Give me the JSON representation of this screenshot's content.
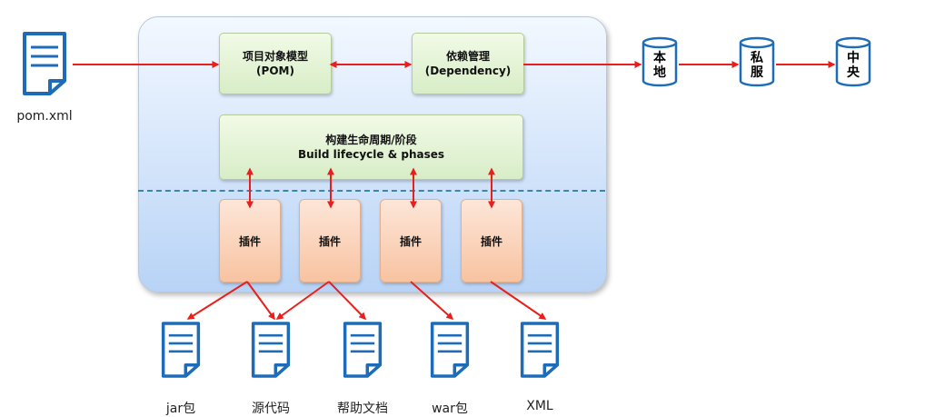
{
  "input_file": {
    "label": "pom.xml"
  },
  "core": {
    "pom": {
      "line1": "项目对象模型",
      "line2": "(POM)"
    },
    "dependency": {
      "line1": "依赖管理",
      "line2": "(Dependency)"
    },
    "lifecycle": {
      "line1": "构建生命周期/阶段",
      "line2": "Build lifecycle & phases"
    },
    "plugins": [
      "插件",
      "插件",
      "插件",
      "插件"
    ]
  },
  "repositories": [
    {
      "line1": "本",
      "line2": "地"
    },
    {
      "line1": "私",
      "line2": "服"
    },
    {
      "line1": "中",
      "line2": "央"
    }
  ],
  "outputs": [
    "jar包",
    "源代码",
    "帮助文档",
    "war包",
    "XML"
  ],
  "colors": {
    "arrow": "#e8201d",
    "doc_icon": "#1e6cb8",
    "dashed_line": "#3c88a3"
  }
}
